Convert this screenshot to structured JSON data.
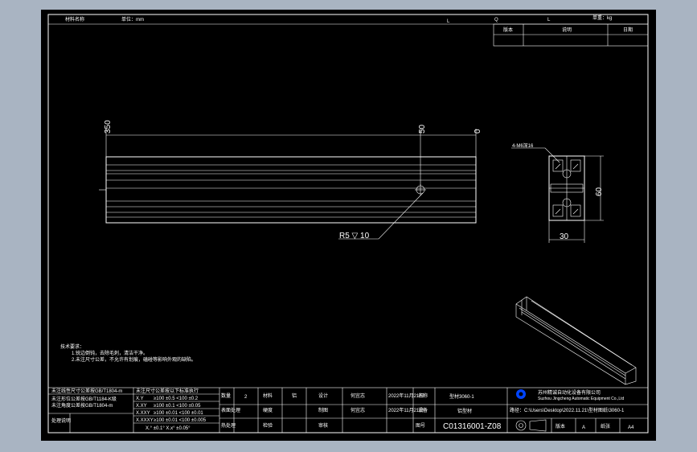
{
  "header": {
    "cell_left": "材料名称",
    "cell_mid": "单位：mm",
    "mark_l": "L",
    "mark_q": "Q",
    "mark_l2": "L",
    "cell_weight": "单重：kg"
  },
  "revision_table": {
    "col1": "版本",
    "col2": "说明",
    "col3": "日期"
  },
  "dimensions": {
    "length": "350",
    "hole_pos": "50",
    "end": "0",
    "radius_note": "R5 ▽ 10",
    "slot_note": "4-M6深16",
    "height": "60",
    "width": "30"
  },
  "notes": {
    "title": "技术要求：",
    "line1": "1.锐边倒钝，去除毛刺，清洁干净。",
    "line2": "2.未注尺寸公差，不允许有划痕，磕碰等影响外观的缺陷。"
  },
  "title_block": {
    "tol_header_left": "未注线性尺寸公差按GB/T1804-m",
    "tol_row2_left": "未注形位公差按GB/T1184-K级",
    "tol_row3_left": "未注角度公差按GB/T1804-m",
    "tol_header_right": "未注尺寸公差按以下标准执行",
    "tol_x": "X.Y",
    "tol_x_vals": "≥100 ±0.5  <100 ±0.2",
    "tol_xx": "X.XY",
    "tol_xx_vals": "≥100 ±0.1  <100 ±0.05",
    "tol_xxx": "X.XXY",
    "tol_xxx_vals": "≥100 ±0.01  <100 ±0.01",
    "tol_xxxx": "X.XXXY",
    "tol_xxxx_vals": "≥100 ±0.01  <100 ±0.005",
    "tol_angle": "X.° ±0.1°    X.x° ±0.05°",
    "left_label": "处理说明",
    "qty_label": "数量",
    "qty_value": "2",
    "material_label": "材料",
    "material_value": "铝",
    "design_label": "设计",
    "design_name": "何宜志",
    "design_date": "2022年11月21日",
    "name_label": "名称",
    "part_name": "型材3060-1",
    "surface_label": "表面处理",
    "hardness_label": "硬度",
    "draw_label": "制图",
    "draw_name": "何宜志",
    "draw_date": "2022年11月21日",
    "device_label": "设备",
    "device_name": "铝型材",
    "heat_label": "热处理",
    "check_label": "检验",
    "review_label": "审核",
    "drawing_no_label": "图号",
    "drawing_no": "C01316001-Z08",
    "company_cn": "苏州精诚自动化设备有限公司",
    "company_en": "Suzhou Jingcheng Automatic Equipment Co.,Ltd",
    "file_path": "路径：C:\\Users\\Desktop\\2022.11.21\\型材图纸\\3060-1",
    "version_label": "版本",
    "version_value": "A",
    "size_label": "纸张",
    "size_value": "A4"
  },
  "colors": {
    "background": "#000000",
    "outer": "#a9b4c2",
    "line": "#ffffff",
    "logo": "#0044ff"
  }
}
